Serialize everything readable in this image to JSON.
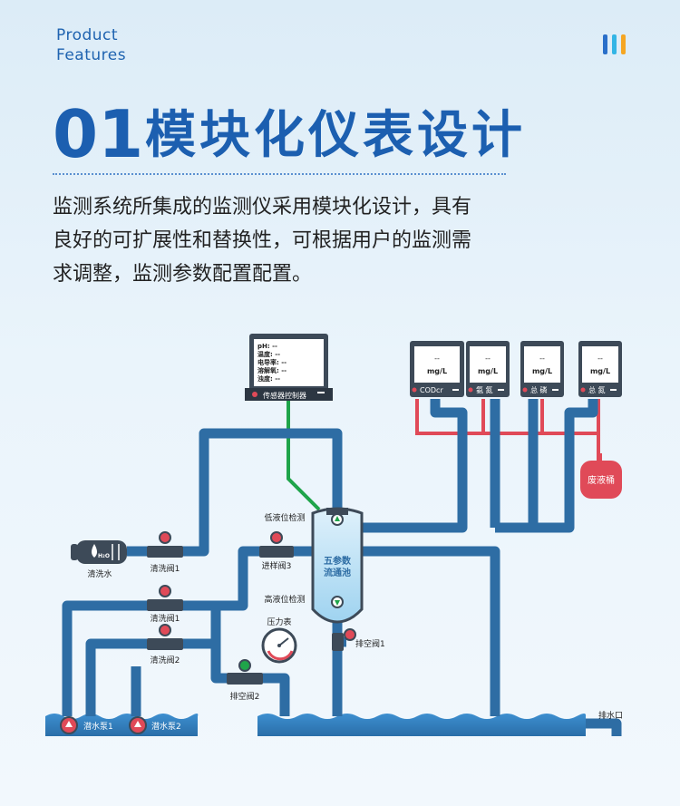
{
  "header": {
    "brand_line1": "Product",
    "brand_line2": "Features",
    "section_number": "01",
    "section_title": "模块化仪表设计",
    "intro_line1": "监测系统所集成的监测仪采用模块化设计，具有",
    "intro_line2": "良好的可扩展性和替换性，可根据用户的监测需",
    "intro_line3": "求调整，监测参数配置配置。",
    "accent_bars": [
      "#2a6fc9",
      "#33b5e5",
      "#f5a623"
    ]
  },
  "diagram": {
    "controller": {
      "readouts": [
        "pH: --",
        "温度: --",
        "电导率: --",
        "溶解氧: --",
        "浊度: --"
      ],
      "label": "传感器控制器"
    },
    "analyzers": [
      {
        "value": "--",
        "unit": "mg/L",
        "label": "CODcr"
      },
      {
        "value": "--",
        "unit": "mg/L",
        "label": "氨 氮"
      },
      {
        "value": "--",
        "unit": "mg/L",
        "label": "总 磷"
      },
      {
        "value": "--",
        "unit": "mg/L",
        "label": "总 氮"
      }
    ],
    "waste_tank": "废液桶",
    "clean_water": "清洗水",
    "clean_valve_top": "清洗阀1",
    "clean_valve_1": "清洗阀1",
    "clean_valve_2": "清洗阀2",
    "drain_valve_2": "排空阀2",
    "drain_valve_1": "排空阀1",
    "inlet_valve": "进样阀3",
    "pool_line1": "五参数",
    "pool_line2": "流通池",
    "low_level": "低液位检测",
    "high_level": "高液位检测",
    "pressure_gauge": "压力表",
    "pump_1": "潜水泵1",
    "pump_2": "潜水泵2",
    "outlet": "排水口",
    "water_symbol": "H",
    "water_symbol_sub": "2",
    "water_symbol_o": "O"
  },
  "colors": {
    "pipe": "#2e6da4",
    "pipe_light": "#3a85c6",
    "water": "#2f7fc0",
    "red_line": "#e04a58",
    "green_line": "#1fa44a",
    "panel": "#3d4a58"
  }
}
